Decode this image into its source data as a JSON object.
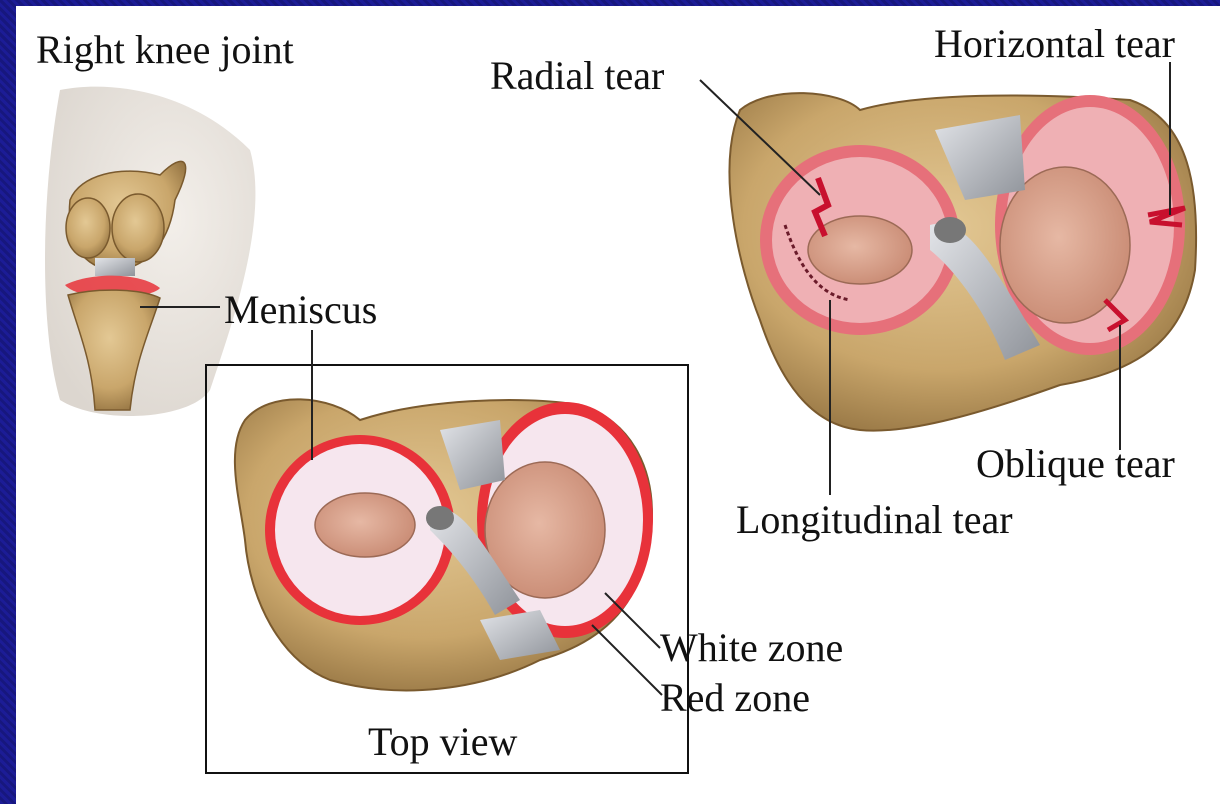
{
  "labels": {
    "right_knee_joint": "Right knee joint",
    "meniscus": "Meniscus",
    "radial_tear": "Radial tear",
    "horizontal_tear": "Horizontal tear",
    "oblique_tear": "Oblique tear",
    "longitudinal_tear": "Longitudinal tear",
    "white_zone": "White zone",
    "red_zone": "Red zone",
    "top_view": "Top view"
  },
  "colors": {
    "background_border": "#1c1c96",
    "bone": "#c9a66b",
    "bone_dark": "#8a6a3a",
    "meniscus_white": "#f6e6ee",
    "meniscus_red": "#e8323a",
    "cartilage": "#d9a08a",
    "ligament": "#b9bcc2",
    "tear": "#c8102e",
    "leader_line": "#222222"
  }
}
